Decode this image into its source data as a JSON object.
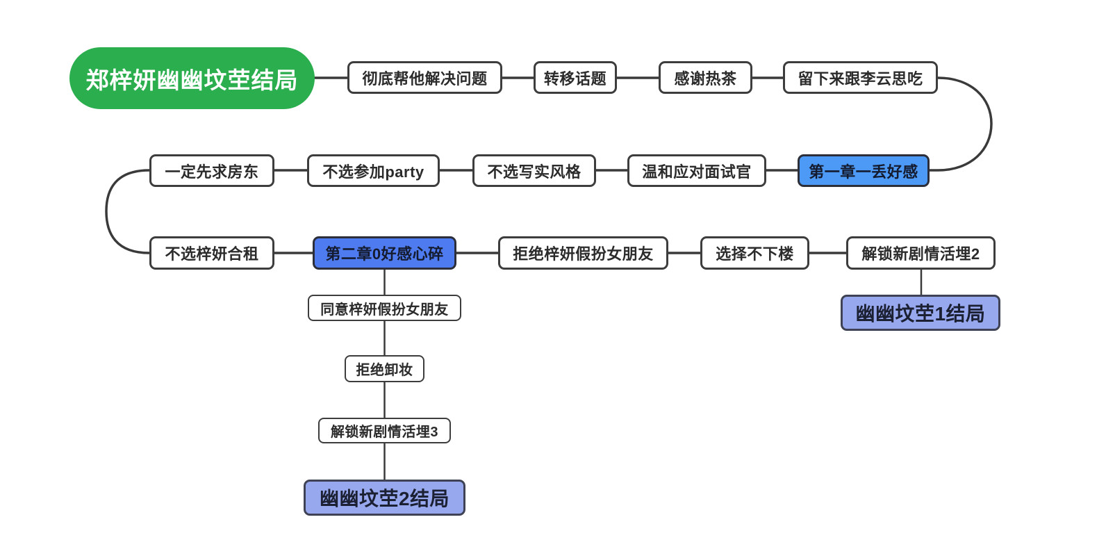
{
  "title": "郑梓妍幽幽坟茔结局",
  "colors": {
    "background": "#ffffff",
    "root_fill": "#2bae4e",
    "node_fill": "#ffffff",
    "node_border": "#3d3d3d",
    "chapter1_fill": "#4c9af5",
    "chapter2_fill": "#4e7bf0",
    "ending_fill": "#98a8ef",
    "connector": "#3a3a3a"
  },
  "nodes": {
    "root": "郑梓妍幽幽坟茔结局",
    "row1": [
      "彻底帮他解决问题",
      "转移话题",
      "感谢热茶",
      "留下来跟李云思吃"
    ],
    "row2": [
      "一定先求房东",
      "不选参加party",
      "不选写实风格",
      "温和应对面试官",
      "第一章一丢好感"
    ],
    "row3": [
      "不选梓妍合租",
      "第二章0好感心碎",
      "拒绝梓妍假扮女朋友",
      "选择不下楼",
      "解锁新剧情活埋2"
    ],
    "ending1": "幽幽坟茔1结局",
    "chain": [
      "同意梓妍假扮女朋友",
      "拒绝卸妆",
      "解锁新剧情活埋3"
    ],
    "ending2": "幽幽坟茔2结局"
  }
}
